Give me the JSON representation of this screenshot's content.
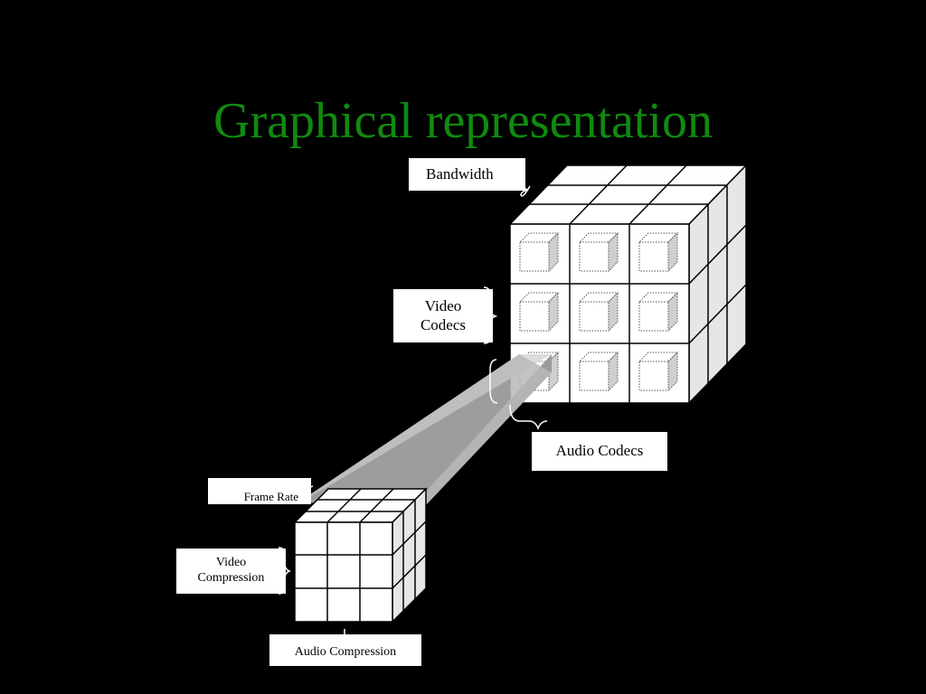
{
  "slide": {
    "title": "Graphical representation"
  },
  "large_cube": {
    "labels": {
      "top": "Bandwidth",
      "side_line1": "Video",
      "side_line2": "Codecs",
      "bottom": "Audio Codecs"
    }
  },
  "small_cube": {
    "labels": {
      "top": "Frame Rate",
      "side_line1": "Video",
      "side_line2": "Compression",
      "bottom": "Audio Compression"
    }
  },
  "colors": {
    "background": "#000000",
    "title": "#108a10",
    "cube_face": "#ffffff",
    "cube_side": "#e6e6e6",
    "beam_light": "#dcdcdc",
    "beam_dark": "#9a9a9a"
  }
}
